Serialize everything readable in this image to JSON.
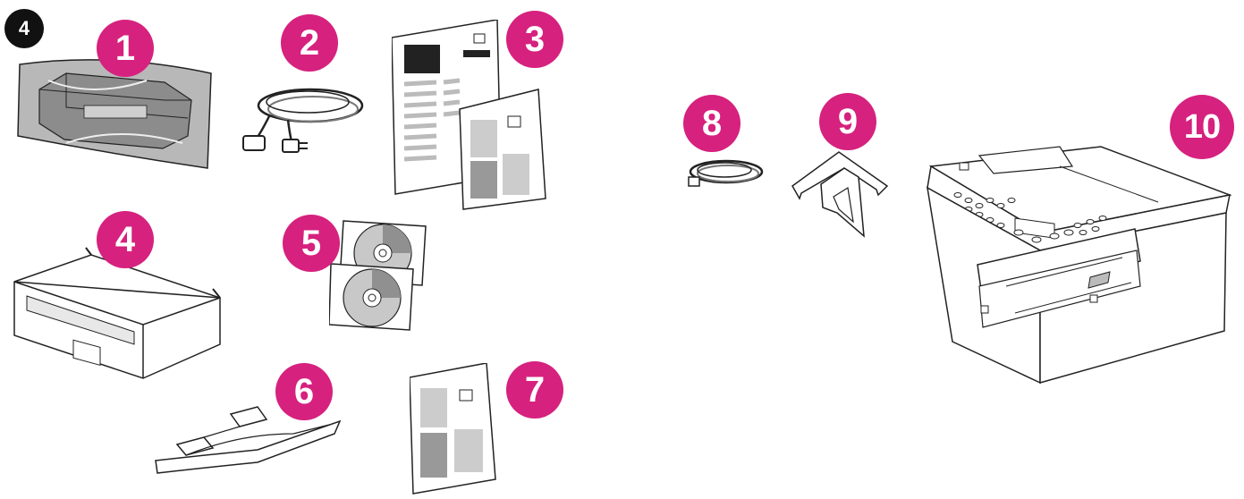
{
  "step_number": "4",
  "items": [
    {
      "number": "1",
      "icon": "toner-cartridge-icon"
    },
    {
      "number": "2",
      "icon": "power-cord-icon"
    },
    {
      "number": "3",
      "icon": "documentation-icon"
    },
    {
      "number": "4",
      "icon": "media-tray-icon"
    },
    {
      "number": "5",
      "icon": "software-cd-icon"
    },
    {
      "number": "6",
      "icon": "output-tray-icon"
    },
    {
      "number": "7",
      "icon": "guide-booklet-icon"
    },
    {
      "number": "8",
      "icon": "phone-cord-icon"
    },
    {
      "number": "9",
      "icon": "paper-support-icon"
    },
    {
      "number": "10",
      "icon": "printer-icon"
    }
  ],
  "colors": {
    "badge": "#d6217e",
    "step_badge": "#111111",
    "line": "#222222"
  }
}
